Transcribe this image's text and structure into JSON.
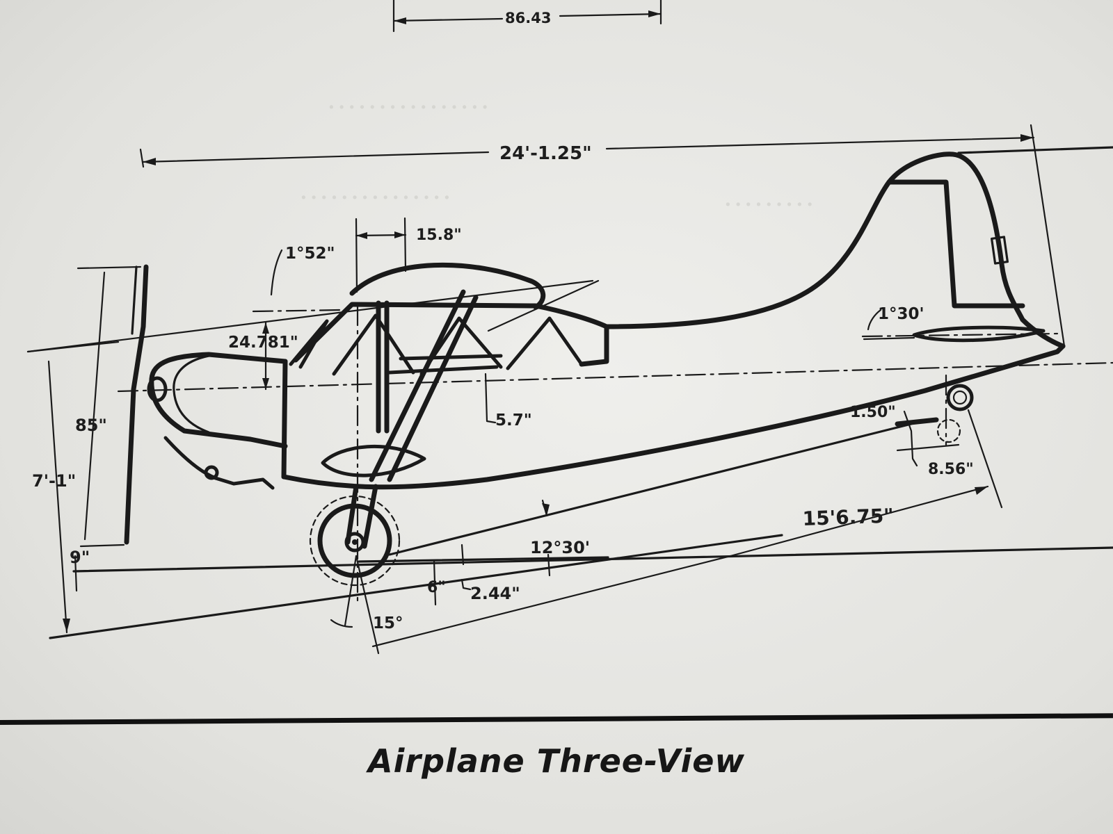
{
  "caption": "Airplane Three-View",
  "dimensions": {
    "top_span": "86.43",
    "overall_length": "24'-1.25\"",
    "windshield_width": "15.8\"",
    "windshield_angle": "1°52\"",
    "wing_height": "24.781\"",
    "prop_diameter": "85\"",
    "overall_height": "7'-1\"",
    "ground_clearance": "9\"",
    "strut_offset": "5.7\"",
    "stab_incidence": "1°30'",
    "tail_offset": "1.50\"",
    "tailwheel_offset": "8.56\"",
    "wheelbase": "15'6.75\"",
    "tipback_angle": "12°30'",
    "axle_height": "6\"",
    "axle_offset": "2.44\"",
    "wheel_angle": "15°"
  }
}
